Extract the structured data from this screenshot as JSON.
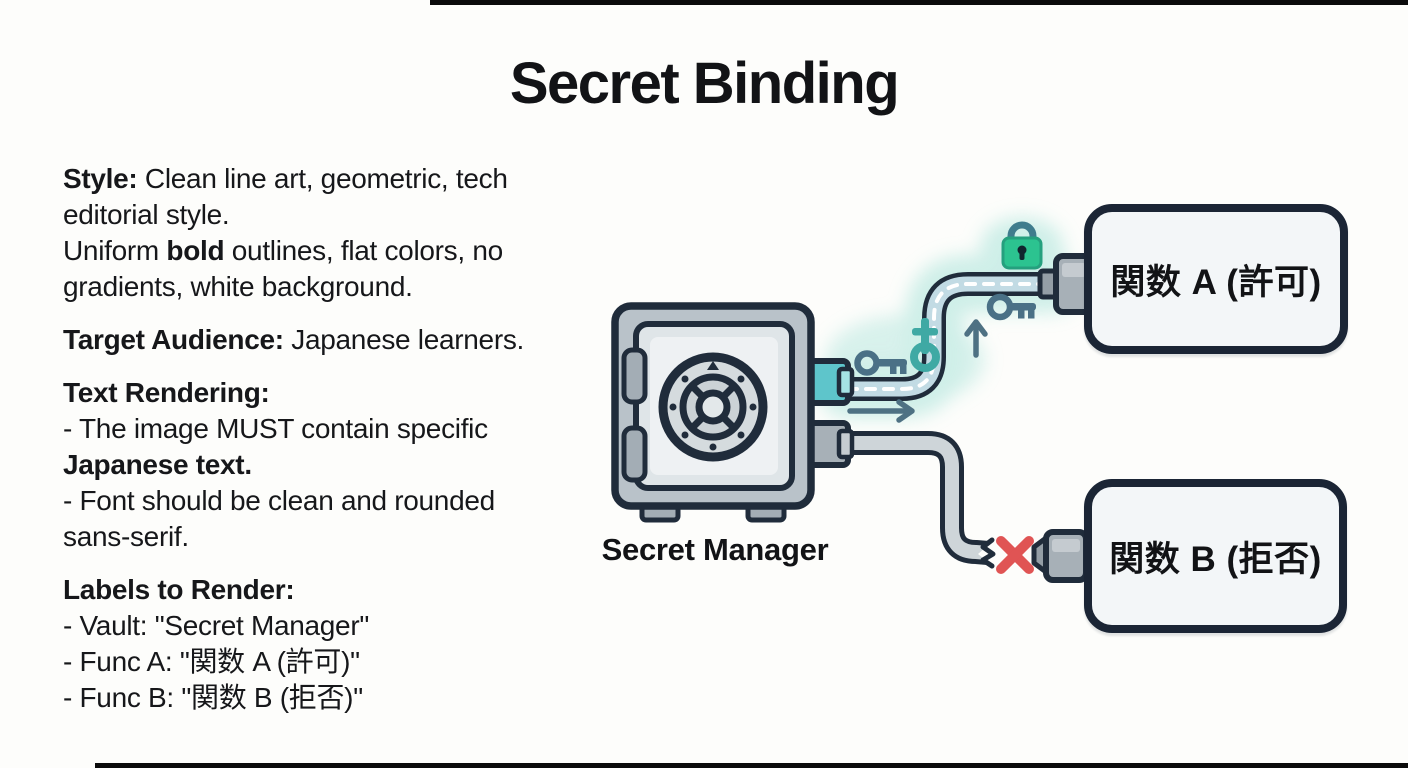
{
  "title": "Secret Binding",
  "left_panel": {
    "paragraphs": [
      [
        {
          "b": 1,
          "t": "Style:"
        },
        {
          "t": " Clean line art, geometric, tech\neditorial style.\nUniform "
        },
        {
          "b": 1,
          "t": "bold"
        },
        {
          "t": " outlines, flat colors, no\ngradients, white background."
        }
      ],
      [
        {
          "b": 1,
          "t": "Target Audience:"
        },
        {
          "t": " Japanese learners."
        }
      ],
      [
        {
          "b": 1,
          "t": "Text Rendering:"
        },
        {
          "t": "\n- The image MUST contain specific\n"
        },
        {
          "b": 1,
          "t": "Japanese text."
        },
        {
          "t": "\n- Font should be clean and rounded\nsans-serif."
        }
      ],
      [
        {
          "b": 1,
          "t": "Labels to Render:"
        },
        {
          "t": "\n- Vault: \"Secret Manager\"\n- Func A: \"関数 A (許可)\"\n- Func B: \"関数 B (拒否)\""
        }
      ]
    ]
  },
  "diagram": {
    "vault_label": "Secret Manager",
    "function_a_label": "関数 A (許可)",
    "function_b_label": "関数 B (拒否)",
    "icons": {
      "allowed_path": [
        "lock-icon",
        "key-icon",
        "up-arrow-icon",
        "right-arrow-icon"
      ],
      "denied_path": [
        "broken-cable-icon",
        "red-x-icon"
      ]
    }
  },
  "colors": {
    "bg": "#fdfdfb",
    "ink": "#141519",
    "outline": "#202c3b",
    "vault_body": "#b9c2c9",
    "vault_door": "#dfe5e8",
    "metal": "#a3adb5",
    "teal_port": "#5ec5cb",
    "gray_port": "#a7b0b7",
    "cable_fill": "#c2dbe4",
    "cable_gray": "#ced5d9",
    "glow": "#bfeae2",
    "lock_green": "#2cc390",
    "key_slate": "#4a7086",
    "key_teal": "#3fa9a4",
    "arrow_slate": "#4e7183",
    "red_x": "#e05454",
    "box_fill": "#f3f6f8",
    "box_border": "#1b2535"
  }
}
